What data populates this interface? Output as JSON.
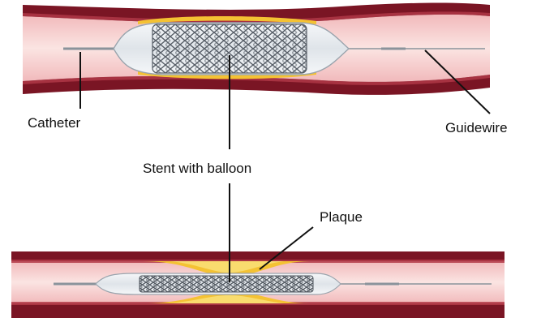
{
  "labels": {
    "catheter": "Catheter",
    "guidewire": "Guidewire",
    "stent_with_balloon": "Stent with balloon",
    "plaque": "Plaque"
  },
  "colors": {
    "vessel_wall_dark": "#7a1524",
    "vessel_wall_mid": "#a52a3a",
    "vessel_lumen": "#f7d2d2",
    "vessel_lumen_center": "#fbe4e2",
    "plaque_fill": "#f4c233",
    "plaque_light": "#f9dc6e",
    "balloon_fill": "#e7ebef",
    "balloon_stroke": "#9aa4ad",
    "stent_mesh": "#565d66",
    "catheter": "#8a939b",
    "leader_line": "#111111"
  },
  "icons": {
    "top_panel": "artery-with-stent-and-inflated-balloon",
    "bottom_panel": "narrowed-artery-with-plaque-and-deflated-balloon"
  }
}
